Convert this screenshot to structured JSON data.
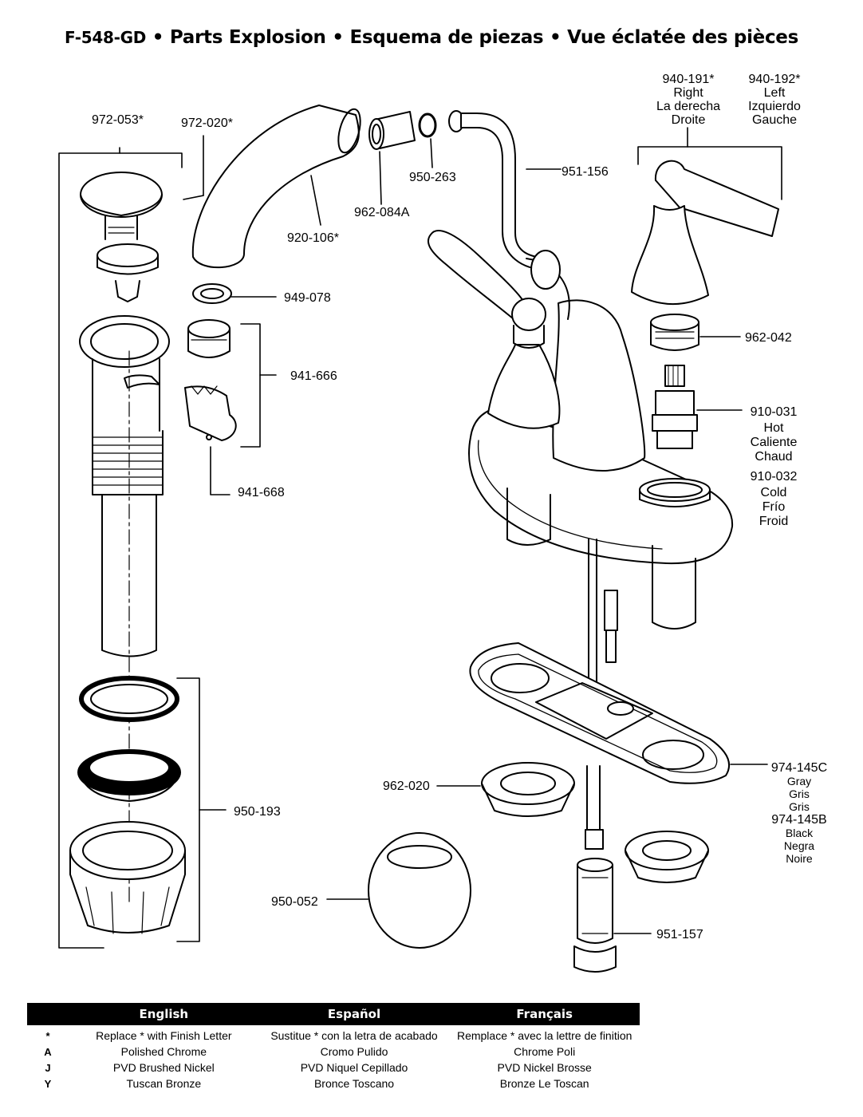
{
  "title": {
    "model": "F-548-GD",
    "sep": "•",
    "en": "Parts Explosion",
    "es": "Esquema de piezas",
    "fr": "Vue éclatée des pièces"
  },
  "parts": {
    "p972_053": "972-053*",
    "p972_020": "972-020*",
    "p920_106": "920-106*",
    "p962_084A": "962-084A",
    "p950_263": "950-263",
    "p951_156": "951-156",
    "p949_078": "949-078",
    "p941_666": "941-666",
    "p941_668": "941-668",
    "p950_193": "950-193",
    "p950_052": "950-052",
    "p962_020": "962-020",
    "p951_157": "951-157",
    "p962_042": "962-042",
    "p910_031": "910-031",
    "hot": [
      "Hot",
      "Caliente",
      "Chaud"
    ],
    "p910_032": "910-032",
    "cold": [
      "Cold",
      "Frío",
      "Froid"
    ],
    "p940_191": "940-191*",
    "right": [
      "Right",
      "La derecha",
      "Droite"
    ],
    "p940_192": "940-192*",
    "left": [
      "Left",
      "Izquierdo",
      "Gauche"
    ],
    "p974_145C": "974-145C",
    "gray": [
      "Gray",
      "Gris",
      "Gris"
    ],
    "p974_145B": "974-145B",
    "black": [
      "Black",
      "Negra",
      "Noire"
    ]
  },
  "legend": {
    "headers": [
      "English",
      "Español",
      "Français"
    ],
    "rows": [
      {
        "key": "*",
        "en": "Replace * with Finish Letter",
        "es": "Sustitue * con la letra de acabado",
        "fr": "Remplace * avec la lettre de finition"
      },
      {
        "key": "A",
        "en": "Polished Chrome",
        "es": "Cromo Pulido",
        "fr": "Chrome Poli"
      },
      {
        "key": "J",
        "en": "PVD Brushed Nickel",
        "es": "PVD Niquel Cepillado",
        "fr": "PVD Nickel Brosse"
      },
      {
        "key": "Y",
        "en": "Tuscan Bronze",
        "es": "Bronce Toscano",
        "fr": "Bronze Le Toscan"
      }
    ]
  }
}
